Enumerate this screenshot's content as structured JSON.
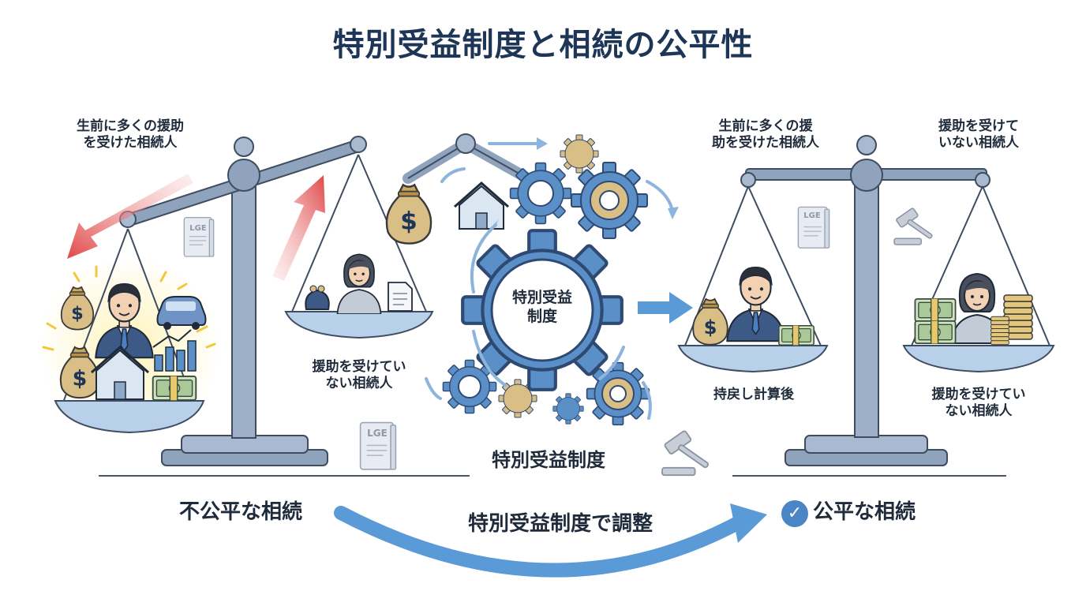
{
  "title": "特別受益制度と相続の公平性",
  "left_scale": {
    "heavy_pan_label": "生前に多くの援助\nを受けた相続人",
    "light_pan_label": "援助を受けてい\nない相続人"
  },
  "center": {
    "gear_label": "特別受益\n制度",
    "system_label": "特別受益制度"
  },
  "right_scale": {
    "left_pan_top_label": "生前に多くの援\n助を受けた相続人",
    "right_pan_top_label": "援助を受けて\nいない相続人",
    "left_pan_bottom_label": "持戻し計算後",
    "right_pan_bottom_label": "援助を受けてい\nない相続人"
  },
  "bottom": {
    "unfair_label": "不公平な相続",
    "adjust_label": "特別受益制度で調整",
    "fair_label": "公平な相続"
  },
  "book_label": "LGE",
  "currency_symbol": "$",
  "icons": [
    "money-bag-icon",
    "house-icon",
    "car-icon",
    "growth-chart-icon",
    "cash-stack-icon",
    "coin-stack-icon",
    "gear-icon",
    "gavel-icon",
    "law-book-icon",
    "document-icon",
    "purse-icon",
    "check-icon",
    "robot-arm-icon"
  ],
  "colors": {
    "title": "#1d3557",
    "scale": "#8fa3bd",
    "scale_dark": "#5f7594",
    "pan": "#b9d0ea",
    "gear_blue": "#5b8fc7",
    "gear_gold": "#d9bf86",
    "arrow_red": "#e04848",
    "arrow_blue": "#5a9ad6"
  }
}
